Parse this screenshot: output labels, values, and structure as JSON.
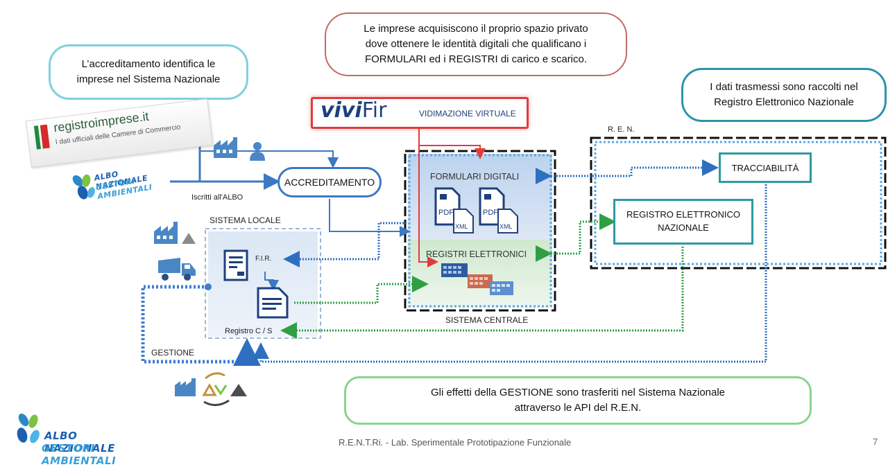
{
  "callouts": {
    "accreditamento_note": "L’accreditamento identifica le\nimprese nel Sistema Nazionale",
    "imprese_note": "Le imprese acquisiscono il proprio spazio privato\ndove ottenere le identità digitali che qualificano i\nFORMULARI ed i REGISTRI di carico  e scarico.",
    "ren_note": "I dati trasmessi sono raccolti nel\nRegistro Elettronico Nazionale",
    "gestione_note": "Gli effetti della GESTIONE sono trasferiti nel Sistema Nazionale\nattraverso le API del R.E.N."
  },
  "logos": {
    "registro_imprese_title": "registroimprese.it",
    "registro_imprese_sub": "I dati ufficiali delle Camere di Commercio",
    "albo_line1": "ALBO NAZIONALE",
    "albo_line2": "GESTORI AMBIENTALI",
    "vivifir_brand_bold": "vivi",
    "vivifir_brand_light": "Fir",
    "vivifir_subtitle": "VIDIMAZIONE VIRTUALE"
  },
  "nodes": {
    "accreditamento": "ACCREDITAMENTO",
    "iscritti_albo": "Iscritti all'ALBO",
    "sistema_locale": "SISTEMA LOCALE",
    "fir": "F.I.R.",
    "registro_cs": "Registro C / S",
    "gestione": "GESTIONE",
    "formulari_digitali": "FORMULARI DIGITALI",
    "registri_elettronici": "REGISTRI ELETTRONICI",
    "sistema_centrale": "SISTEMA CENTRALE",
    "ren_label": "R. E. N.",
    "tracciabilita": "TRACCIABILITÀ",
    "registro_nazionale": "REGISTRO ELETTRONICO\nNAZIONALE",
    "pdf": "PDF",
    "xml": "XML"
  },
  "footer": {
    "text": "R.E.N.T.Ri. - Lab. Sperimentale Prototipazione Funzionale",
    "page_number": "7"
  },
  "colors": {
    "blue": "#3d79c2",
    "dotted_blue": "#2e6fc0",
    "dotted_green": "#2ea043",
    "teal": "#2c9aa0",
    "red": "#e23b3b",
    "icon_blue": "#4a86c5"
  },
  "icons": [
    "factory-icon",
    "person-icon",
    "truck-icon",
    "waste-pile-icon",
    "document-icon",
    "recycle-icon",
    "pdf-file-icon",
    "xml-file-icon",
    "register-grid-icon"
  ]
}
